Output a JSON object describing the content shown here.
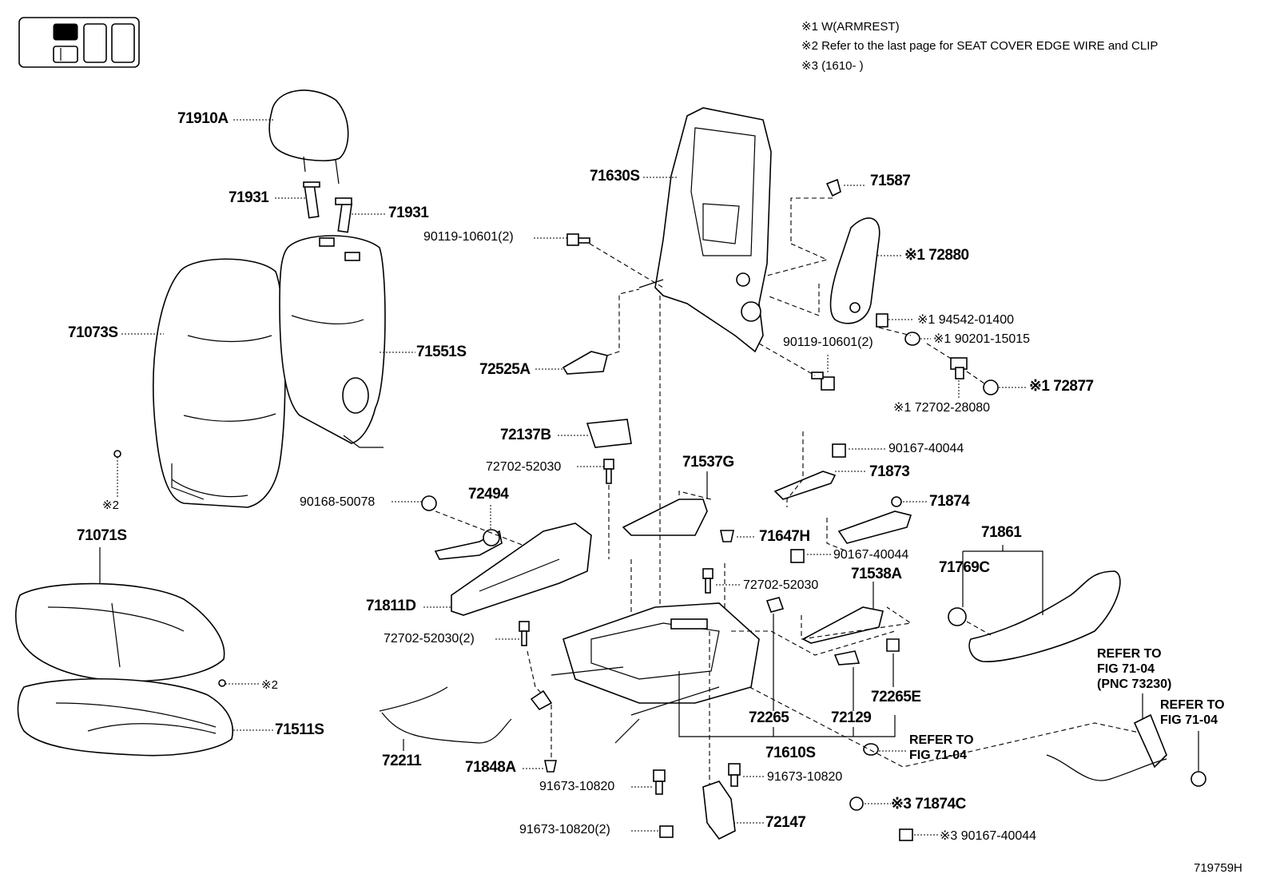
{
  "notes": {
    "n1": "※1 W(ARMREST)",
    "n2": "※2 Refer to the last page for SEAT COVER EDGE WIRE and CLIP",
    "n3": "※3 (1610-        )"
  },
  "figure_id": "719759H",
  "labels": {
    "l71910A": "71910A",
    "l71931a": "71931",
    "l71931b": "71931",
    "l71073S": "71073S",
    "l71551S": "71551S",
    "lmark2a": "※2",
    "l71071S": "71071S",
    "lmark2b": "※2",
    "l71511S": "71511S",
    "l71630S": "71630S",
    "l71587": "71587",
    "l90119a": "90119-10601(2)",
    "l72880": "※1 72880",
    "l94542": "※1 94542-01400",
    "l90201": "※1 90201-15015",
    "l90119b": "90119-10601(2)",
    "l72877": "※1 72877",
    "l72702_28080": "※1 72702-28080",
    "l72525A": "72525A",
    "l72137B": "72137B",
    "l72702_52030a": "72702-52030",
    "l90168": "90168-50078",
    "l72494": "72494",
    "l71537G": "71537G",
    "l90167a": "90167-40044",
    "l71873": "71873",
    "l71874": "71874",
    "l71647H": "71647H",
    "l90167b": "90167-40044",
    "l71861": "71861",
    "l71769C": "71769C",
    "l71811D": "71811D",
    "l72702_52030b": "72702-52030",
    "l71538A": "71538A",
    "l72702_52030c": "72702-52030(2)",
    "l72265E": "72265E",
    "l72265": "72265",
    "l72129": "72129",
    "l71610S": "71610S",
    "l72211": "72211",
    "l71848A": "71848A",
    "l91673a": "91673-10820",
    "l91673b": "91673-10820",
    "l91673c": "91673-10820(2)",
    "l72147": "72147",
    "l71874C": "※3 71874C",
    "l90167c": "※3 90167-40044"
  },
  "refers": {
    "r1a": "REFER TO",
    "r1b": "FIG 71-04",
    "r1c": "(PNC 73230)",
    "r2a": "REFER TO",
    "r2b": "FIG 71-04",
    "r3a": "REFER TO",
    "r3b": "FIG 71-04"
  }
}
